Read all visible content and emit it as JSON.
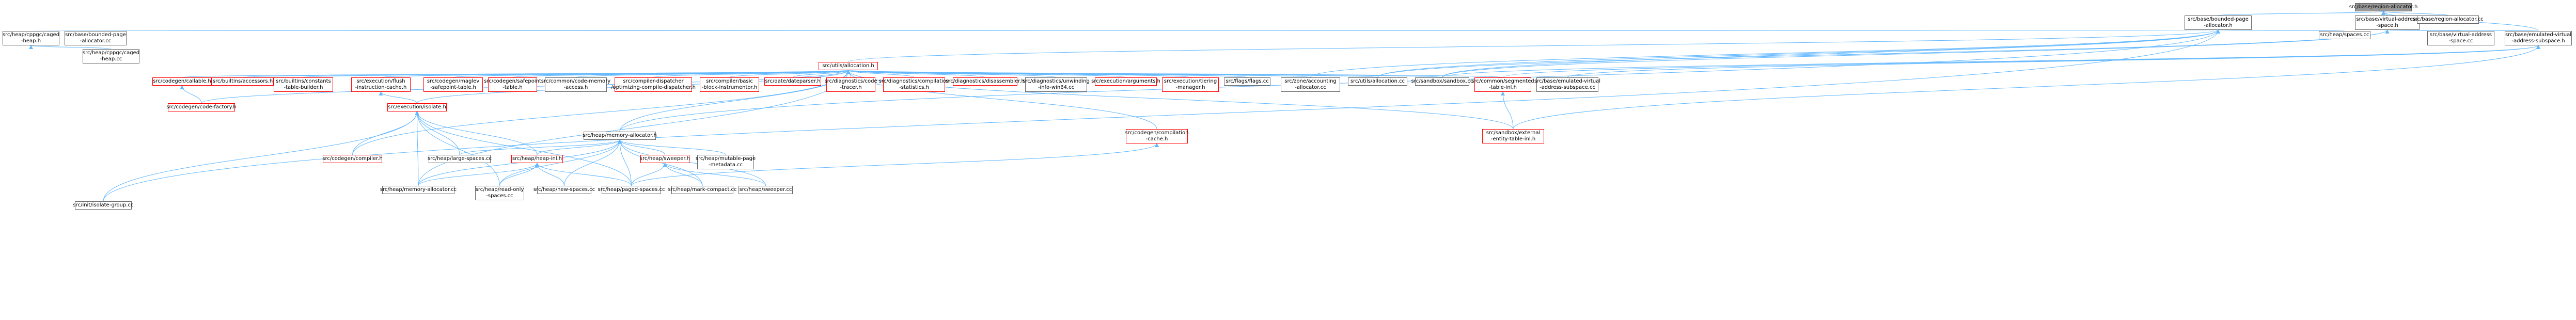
{
  "colors": {
    "edge": "#63b8ff",
    "node_border": "#666666",
    "missing_border": "#ff0000",
    "root_fill": "#999999"
  },
  "nodes": [
    {
      "id": "root",
      "lines": [
        "src/base/region-allocator.h"
      ],
      "style": "root"
    },
    {
      "id": "bounded_page_alloc_h",
      "lines": [
        "src/base/bounded-page",
        "-allocator.h"
      ]
    },
    {
      "id": "virtual_space_h",
      "lines": [
        "src/base/virtual-address",
        "-space.h"
      ]
    },
    {
      "id": "region_alloc_cc",
      "lines": [
        "src/base/region-allocator.cc"
      ]
    },
    {
      "id": "caged_heap_h",
      "lines": [
        "src/heap/cppgc/caged",
        "-heap.h"
      ]
    },
    {
      "id": "bounded_page_alloc_cc",
      "lines": [
        "src/base/bounded-page",
        "-allocator.cc"
      ]
    },
    {
      "id": "heap_spaces_cc",
      "lines": [
        "src/heap/spaces.cc"
      ]
    },
    {
      "id": "virtual_space_cc",
      "lines": [
        "src/base/virtual-address",
        "-space.cc"
      ]
    },
    {
      "id": "emulated_space_h",
      "lines": [
        "src/base/emulated-virtual",
        "-address-subspace.h"
      ]
    },
    {
      "id": "caged_heap_cc",
      "lines": [
        "src/heap/cppgc/caged",
        "-heap.cc"
      ]
    },
    {
      "id": "utils_alloc_h",
      "lines": [
        "src/utils/allocation.h"
      ],
      "style": "red"
    },
    {
      "id": "callable_h",
      "lines": [
        "src/codegen/callable.h"
      ],
      "style": "red"
    },
    {
      "id": "accessors_h",
      "lines": [
        "src/builtins/accessors.h"
      ],
      "style": "red"
    },
    {
      "id": "constants_table_h",
      "lines": [
        "src/builtins/constants",
        "-table-builder.h"
      ],
      "style": "red"
    },
    {
      "id": "flush_h",
      "lines": [
        "src/execution/flush",
        "-instruction-cache.h"
      ],
      "style": "red"
    },
    {
      "id": "safepoint_table_h",
      "lines": [
        "src/codegen/maglev",
        "-safepoint-table.h"
      ],
      "style": "red"
    },
    {
      "id": "codegen_safepoint_h",
      "lines": [
        "src/codegen/safepoint",
        "-table.h"
      ],
      "style": "red"
    },
    {
      "id": "code_memory_access_h",
      "lines": [
        "src/common/code-memory",
        "-access.h"
      ]
    },
    {
      "id": "optimizing_compile_h",
      "lines": [
        "src/compiler-dispatcher",
        "/optimizing-compile-dispatcher.h"
      ],
      "style": "red"
    },
    {
      "id": "basic_block_h",
      "lines": [
        "src/compiler/basic",
        "-block-instrumentor.h"
      ],
      "style": "red"
    },
    {
      "id": "dateparser_h",
      "lines": [
        "src/date/dateparser.h"
      ],
      "style": "red"
    },
    {
      "id": "code_tracer_h",
      "lines": [
        "src/diagnostics/code",
        "-tracer.h"
      ],
      "style": "red"
    },
    {
      "id": "compilation_stats_h",
      "lines": [
        "src/diagnostics/compilation",
        "-statistics.h"
      ],
      "style": "red"
    },
    {
      "id": "disassembler_h",
      "lines": [
        "src/diagnostics/disassembler.h"
      ],
      "style": "red"
    },
    {
      "id": "unwinding_cc",
      "lines": [
        "src/diagnostics/unwinding",
        "-info-win64.cc"
      ]
    },
    {
      "id": "arguments_h",
      "lines": [
        "src/execution/arguments.h"
      ],
      "style": "red"
    },
    {
      "id": "tiering_manager_h",
      "lines": [
        "src/execution/tiering",
        "-manager.h"
      ],
      "style": "red"
    },
    {
      "id": "flags_h",
      "lines": [
        "src/flags/flags.cc"
      ]
    },
    {
      "id": "zone_accounting_cc",
      "lines": [
        "src/zone/accounting",
        "-allocator.cc"
      ]
    },
    {
      "id": "utils_alloc_cc",
      "lines": [
        "src/utils/allocation.cc"
      ]
    },
    {
      "id": "sandbox_cc",
      "lines": [
        "src/sandbox/sandbox.cc"
      ]
    },
    {
      "id": "segmented_table_h",
      "lines": [
        "src/common/segmented",
        "-table-inl.h"
      ],
      "style": "red"
    },
    {
      "id": "emulated_space_cc",
      "lines": [
        "src/base/emulated-virtual",
        "-address-subspace.cc"
      ]
    },
    {
      "id": "code_factory_h",
      "lines": [
        "src/codegen/code-factory.h"
      ],
      "style": "red"
    },
    {
      "id": "isolate_h",
      "lines": [
        "src/execution/isolate.h"
      ],
      "style": "red"
    },
    {
      "id": "memory_allocator_h",
      "lines": [
        "src/heap/memory-allocator.h"
      ]
    },
    {
      "id": "compilation_cache_h",
      "lines": [
        "src/codegen/compilation",
        "-cache.h"
      ],
      "style": "red"
    },
    {
      "id": "external_entity_h",
      "lines": [
        "src/sandbox/external",
        "-entity-table-inl.h"
      ],
      "style": "red"
    },
    {
      "id": "isolate_group_cc",
      "lines": [
        "src/init/isolate-group.cc"
      ]
    },
    {
      "id": "compiler_h",
      "lines": [
        "src/codegen/compiler.h"
      ],
      "style": "red"
    },
    {
      "id": "large_spaces_cc",
      "lines": [
        "src/heap/large-spaces.cc"
      ]
    },
    {
      "id": "heap_inl_h",
      "lines": [
        "src/heap/heap-inl.h"
      ],
      "style": "red"
    },
    {
      "id": "sweeper_h",
      "lines": [
        "src/heap/sweeper.h"
      ],
      "style": "red"
    },
    {
      "id": "mutable_page_cc",
      "lines": [
        "src/heap/mutable-page",
        "-metadata.cc"
      ]
    },
    {
      "id": "memory_allocator_cc",
      "lines": [
        "src/heap/memory-allocator.cc"
      ]
    },
    {
      "id": "read_only_spaces_cc",
      "lines": [
        "src/heap/read-only",
        "-spaces.cc"
      ]
    },
    {
      "id": "new_spaces_cc",
      "lines": [
        "src/heap/new-spaces.cc"
      ]
    },
    {
      "id": "paged_spaces_cc",
      "lines": [
        "src/heap/paged-spaces.cc"
      ]
    },
    {
      "id": "mark_compact_cc",
      "lines": [
        "src/heap/mark-compact.cc"
      ]
    },
    {
      "id": "sweeper_cc",
      "lines": [
        "src/heap/sweeper.cc"
      ]
    }
  ],
  "edges": [
    [
      "bounded_page_alloc_h",
      "root"
    ],
    [
      "virtual_space_h",
      "root"
    ],
    [
      "region_alloc_cc",
      "root"
    ],
    [
      "emulated_space_h",
      "root"
    ],
    [
      "caged_heap_h",
      "bounded_page_alloc_h"
    ],
    [
      "bounded_page_alloc_cc",
      "bounded_page_alloc_h"
    ],
    [
      "heap_spaces_cc",
      "bounded_page_alloc_h"
    ],
    [
      "utils_alloc_h",
      "bounded_page_alloc_h"
    ],
    [
      "zone_accounting_cc",
      "bounded_page_alloc_h"
    ],
    [
      "utils_alloc_cc",
      "bounded_page_alloc_h"
    ],
    [
      "sandbox_cc",
      "bounded_page_alloc_h"
    ],
    [
      "memory_allocator_h",
      "bounded_page_alloc_h"
    ],
    [
      "isolate_group_cc",
      "bounded_page_alloc_h"
    ],
    [
      "virtual_space_cc",
      "virtual_space_h"
    ],
    [
      "emulated_space_h",
      "virtual_space_h"
    ],
    [
      "sandbox_cc",
      "virtual_space_h"
    ],
    [
      "utils_alloc_cc",
      "virtual_space_h"
    ],
    [
      "caged_heap_cc",
      "caged_heap_h"
    ],
    [
      "emulated_space_cc",
      "emulated_space_h"
    ],
    [
      "sandbox_cc",
      "emulated_space_h"
    ],
    [
      "segmented_table_h",
      "emulated_space_h"
    ],
    [
      "external_entity_h",
      "emulated_space_h"
    ],
    [
      "callable_h",
      "utils_alloc_h"
    ],
    [
      "accessors_h",
      "utils_alloc_h"
    ],
    [
      "constants_table_h",
      "utils_alloc_h"
    ],
    [
      "flush_h",
      "utils_alloc_h"
    ],
    [
      "safepoint_table_h",
      "utils_alloc_h"
    ],
    [
      "codegen_safepoint_h",
      "utils_alloc_h"
    ],
    [
      "code_memory_access_h",
      "utils_alloc_h"
    ],
    [
      "optimizing_compile_h",
      "utils_alloc_h"
    ],
    [
      "basic_block_h",
      "utils_alloc_h"
    ],
    [
      "dateparser_h",
      "utils_alloc_h"
    ],
    [
      "code_tracer_h",
      "utils_alloc_h"
    ],
    [
      "compilation_stats_h",
      "utils_alloc_h"
    ],
    [
      "disassembler_h",
      "utils_alloc_h"
    ],
    [
      "unwinding_cc",
      "utils_alloc_h"
    ],
    [
      "arguments_h",
      "utils_alloc_h"
    ],
    [
      "tiering_manager_h",
      "utils_alloc_h"
    ],
    [
      "flags_h",
      "utils_alloc_h"
    ],
    [
      "zone_accounting_cc",
      "utils_alloc_h"
    ],
    [
      "utils_alloc_cc",
      "utils_alloc_h"
    ],
    [
      "sandbox_cc",
      "utils_alloc_h"
    ],
    [
      "segmented_table_h",
      "utils_alloc_h"
    ],
    [
      "code_factory_h",
      "utils_alloc_h"
    ],
    [
      "isolate_h",
      "utils_alloc_h"
    ],
    [
      "memory_allocator_h",
      "utils_alloc_h"
    ],
    [
      "compilation_cache_h",
      "utils_alloc_h"
    ],
    [
      "compiler_h",
      "utils_alloc_h"
    ],
    [
      "memory_allocator_cc",
      "utils_alloc_h"
    ],
    [
      "external_entity_h",
      "utils_alloc_h"
    ],
    [
      "code_factory_h",
      "callable_h"
    ],
    [
      "isolate_h",
      "flush_h"
    ],
    [
      "external_entity_h",
      "segmented_table_h"
    ],
    [
      "isolate_group_cc",
      "isolate_h"
    ],
    [
      "compiler_h",
      "isolate_h"
    ],
    [
      "large_spaces_cc",
      "isolate_h"
    ],
    [
      "heap_inl_h",
      "isolate_h"
    ],
    [
      "memory_allocator_cc",
      "isolate_h"
    ],
    [
      "read_only_spaces_cc",
      "isolate_h"
    ],
    [
      "paged_spaces_cc",
      "isolate_h"
    ],
    [
      "large_spaces_cc",
      "memory_allocator_h"
    ],
    [
      "heap_inl_h",
      "memory_allocator_h"
    ],
    [
      "sweeper_h",
      "memory_allocator_h"
    ],
    [
      "mutable_page_cc",
      "memory_allocator_h"
    ],
    [
      "memory_allocator_cc",
      "memory_allocator_h"
    ],
    [
      "read_only_spaces_cc",
      "memory_allocator_h"
    ],
    [
      "new_spaces_cc",
      "memory_allocator_h"
    ],
    [
      "paged_spaces_cc",
      "memory_allocator_h"
    ],
    [
      "mark_compact_cc",
      "memory_allocator_h"
    ],
    [
      "sweeper_cc",
      "memory_allocator_h"
    ],
    [
      "read_only_spaces_cc",
      "heap_inl_h"
    ],
    [
      "new_spaces_cc",
      "heap_inl_h"
    ],
    [
      "paged_spaces_cc",
      "heap_inl_h"
    ],
    [
      "memory_allocator_cc",
      "heap_inl_h"
    ],
    [
      "paged_spaces_cc",
      "sweeper_h"
    ],
    [
      "mark_compact_cc",
      "sweeper_h"
    ],
    [
      "sweeper_cc",
      "sweeper_h"
    ],
    [
      "paged_spaces_cc",
      "compilation_cache_h"
    ]
  ]
}
